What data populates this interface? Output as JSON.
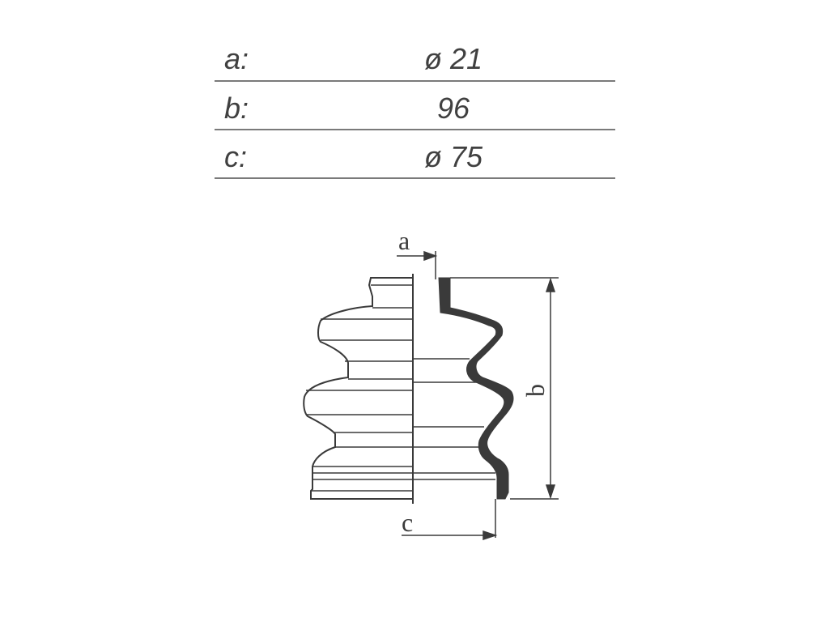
{
  "specs": [
    {
      "label": "a:",
      "value": "ø 21"
    },
    {
      "label": "b:",
      "value": "96"
    },
    {
      "label": "c:",
      "value": "ø  75"
    }
  ],
  "drawing": {
    "dim_a": "a",
    "dim_b": "b",
    "dim_c": "c"
  },
  "colors": {
    "line": "#3a3a3a",
    "wall": "#3a3a3a",
    "rule": "#7a7a7a"
  }
}
